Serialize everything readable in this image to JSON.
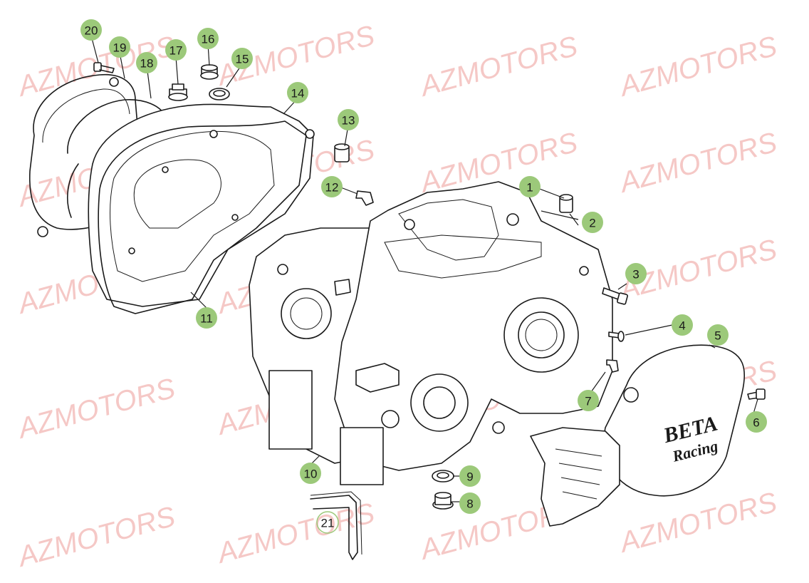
{
  "watermark": {
    "text": "AZMOTORS",
    "color": "#f2b6b3"
  },
  "callout_color": "#9cc97a",
  "callouts": [
    {
      "id": "20",
      "label": "20"
    },
    {
      "id": "19",
      "label": "19"
    },
    {
      "id": "18",
      "label": "18"
    },
    {
      "id": "17",
      "label": "17"
    },
    {
      "id": "16",
      "label": "16"
    },
    {
      "id": "15",
      "label": "15"
    },
    {
      "id": "14",
      "label": "14"
    },
    {
      "id": "13",
      "label": "13"
    },
    {
      "id": "12",
      "label": "12"
    },
    {
      "id": "11",
      "label": "11"
    },
    {
      "id": "1",
      "label": "1"
    },
    {
      "id": "2",
      "label": "2"
    },
    {
      "id": "3",
      "label": "3"
    },
    {
      "id": "4",
      "label": "4"
    },
    {
      "id": "5",
      "label": "5"
    },
    {
      "id": "6",
      "label": "6"
    },
    {
      "id": "7",
      "label": "7"
    },
    {
      "id": "8",
      "label": "8"
    },
    {
      "id": "9",
      "label": "9"
    },
    {
      "id": "10",
      "label": "10"
    },
    {
      "id": "21",
      "label": "21"
    }
  ],
  "cover_logo": {
    "brand": "BETA",
    "script": "Racing"
  }
}
